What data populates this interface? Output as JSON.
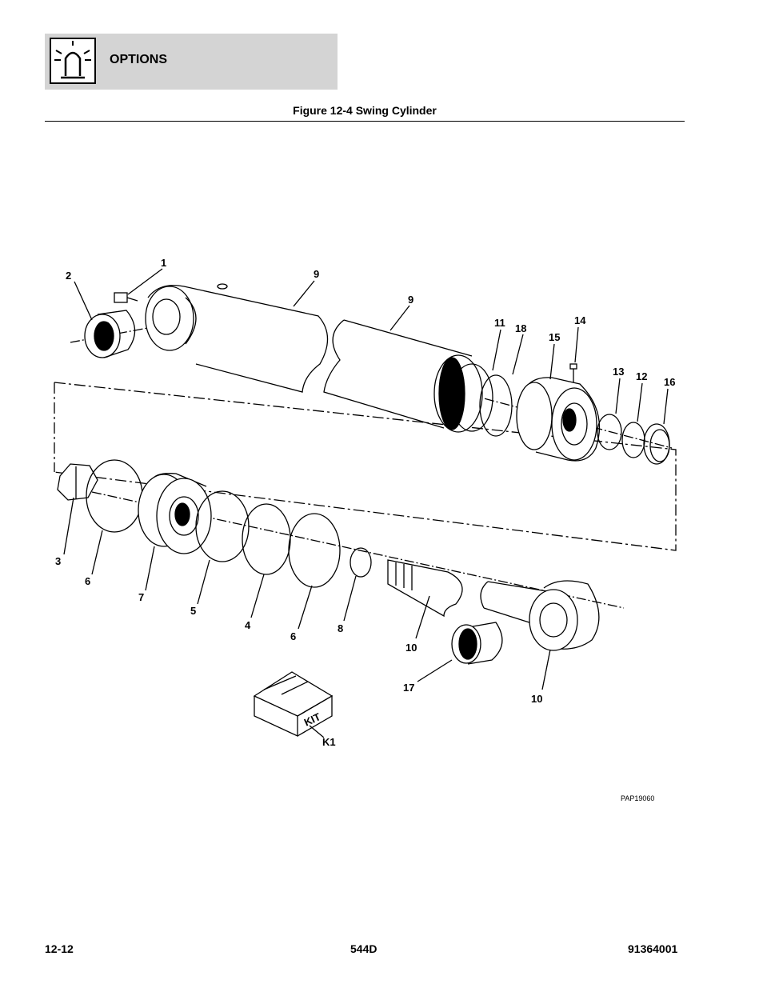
{
  "header": {
    "section_title": "OPTIONS",
    "section_icon": "beacon-light-icon"
  },
  "figure": {
    "title": "Figure 12-4 Swing Cylinder",
    "reference_code": "PAP19060",
    "kit_label": "KIT",
    "callouts": {
      "c1": "1",
      "c2": "2",
      "c3": "3",
      "c4": "4",
      "c5": "5",
      "c6a": "6",
      "c6b": "6",
      "c7": "7",
      "c8": "8",
      "c9a": "9",
      "c9b": "9",
      "c10a": "10",
      "c10b": "10",
      "c11": "11",
      "c12": "12",
      "c13": "13",
      "c14": "14",
      "c15": "15",
      "c16": "16",
      "c17": "17",
      "c18": "18",
      "k1": "K1"
    }
  },
  "footer": {
    "page_number": "12-12",
    "model": "544D",
    "document_number": "91364001"
  }
}
